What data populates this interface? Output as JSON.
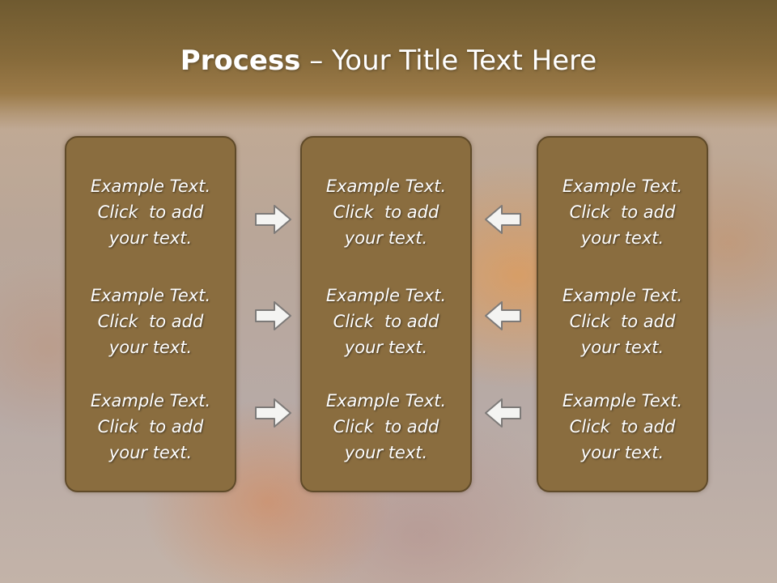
{
  "title": {
    "bold": "Process",
    "rest": " – Your Title Text Here"
  },
  "columns": [
    {
      "items": [
        "Example Text.\nClick  to add\nyour text.",
        "Example Text.\nClick  to add\nyour text.",
        "Example Text.\nClick  to add\nyour text."
      ]
    },
    {
      "items": [
        "Example Text.\nClick  to add\nyour text.",
        "Example Text.\nClick  to add\nyour text.",
        "Example Text.\nClick  to add\nyour text."
      ]
    },
    {
      "items": [
        "Example Text.\nClick  to add\nyour text.",
        "Example Text.\nClick  to add\nyour text.",
        "Example Text.\nClick  to add\nyour text."
      ]
    }
  ],
  "arrows": {
    "left_group": "arrow-right-icon",
    "right_group": "arrow-left-icon"
  },
  "colors": {
    "header": "#866a3a",
    "box_fill": "#8a6d3f",
    "box_border": "#5f4a29",
    "text": "#ffffff"
  }
}
